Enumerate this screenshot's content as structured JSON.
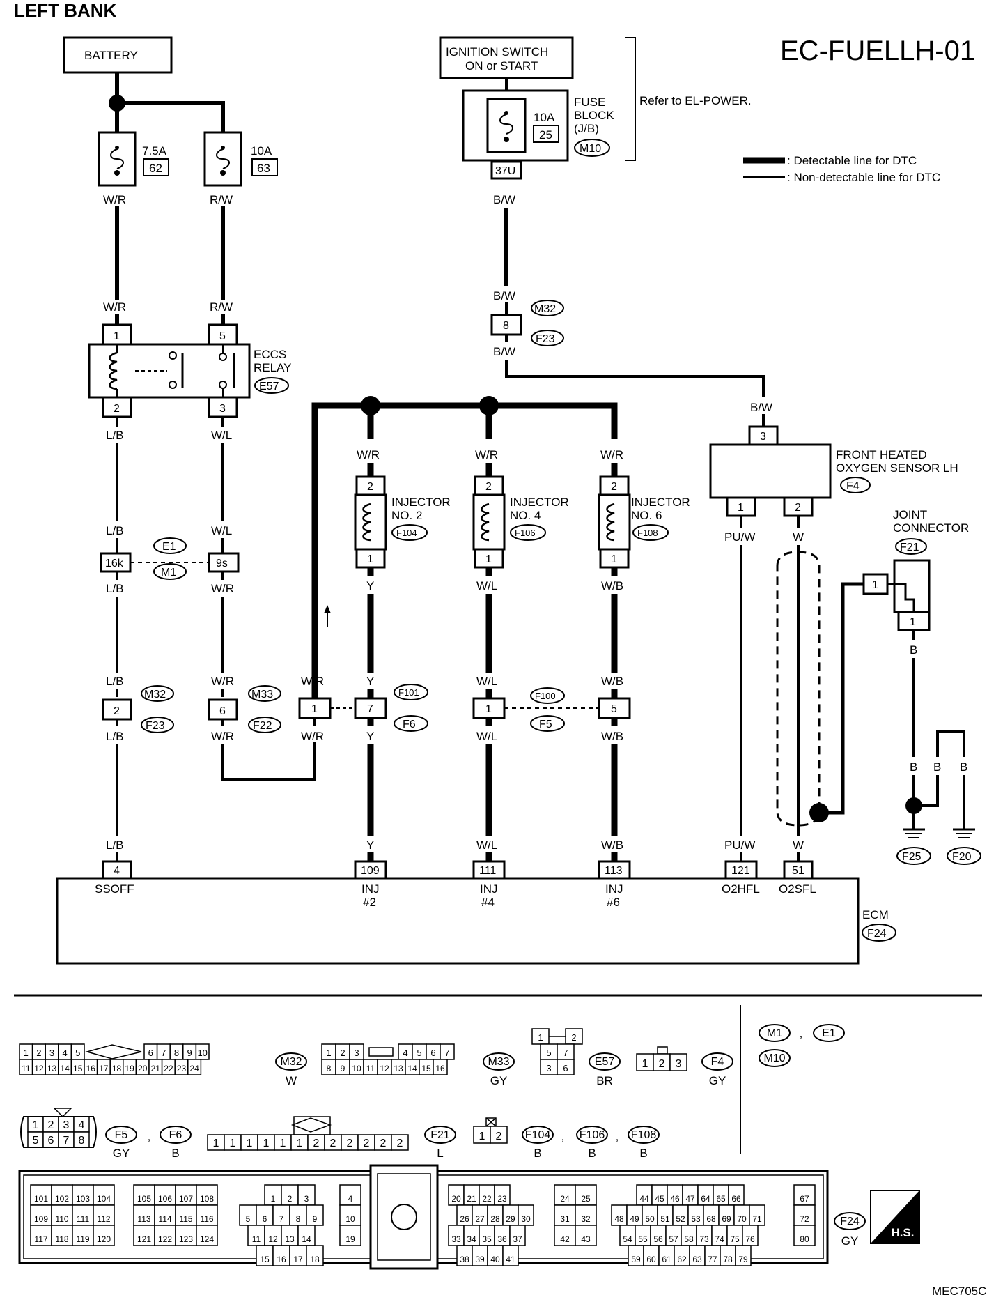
{
  "title": "LEFT BANK",
  "diagram_id": "EC-FUELLH-01",
  "footer_code": "MEC705C",
  "legend": {
    "detectable": ": Detectable line for DTC",
    "non_detectable": ": Non-detectable line for DTC"
  },
  "battery": {
    "label": "BATTERY"
  },
  "ignition": {
    "line1": "IGNITION SWITCH",
    "line2": "ON or START"
  },
  "fuse_block": {
    "amp": "10A",
    "num": "25",
    "l1": "FUSE",
    "l2": "BLOCK",
    "l3": "(J/B)",
    "conn": "M10",
    "pin": "37U",
    "refer": "Refer to EL-POWER."
  },
  "fuse62": {
    "amp": "7.5A",
    "num": "62"
  },
  "fuse63": {
    "amp": "10A",
    "num": "63"
  },
  "relay": {
    "l1": "ECCS",
    "l2": "RELAY",
    "conn": "E57",
    "p1": "1",
    "p2": "2",
    "p3": "3",
    "p5": "5"
  },
  "colors": {
    "wr": "W/R",
    "rw": "R/W",
    "bw": "B/W",
    "lb": "L/B",
    "wl": "W/L",
    "y": "Y",
    "wb": "W/B",
    "puw": "PU/W",
    "w": "W",
    "b": "B"
  },
  "connectors": {
    "m32": "M32",
    "f23": "F23",
    "e1": "E1",
    "m1": "M1",
    "m33": "M33",
    "f22": "F22",
    "f101": "F101",
    "f6": "F6",
    "f100": "F100",
    "f5": "F5",
    "p8": "8",
    "p16k": "16k",
    "p9s": "9s",
    "p2": "2",
    "p6": "6",
    "p1": "1",
    "p7": "7",
    "p5": "5"
  },
  "injectors": [
    {
      "l1": "INJECTOR",
      "l2": "NO. 2",
      "conn": "F104",
      "top": "2",
      "bot": "1"
    },
    {
      "l1": "INJECTOR",
      "l2": "NO. 4",
      "conn": "F106",
      "top": "2",
      "bot": "1"
    },
    {
      "l1": "INJECTOR",
      "l2": "NO. 6",
      "conn": "F108",
      "top": "2",
      "bot": "1"
    }
  ],
  "o2_sensor": {
    "l1": "FRONT HEATED",
    "l2": "OXYGEN SENSOR LH",
    "conn": "F4",
    "p1": "1",
    "p2": "2",
    "p3": "3"
  },
  "joint": {
    "l1": "JOINT",
    "l2": "CONNECTOR",
    "conn": "F21",
    "p": "1"
  },
  "grounds": [
    "F25",
    "F20"
  ],
  "ecm": {
    "label": "ECM",
    "conn": "F24",
    "pins": [
      {
        "n": "4",
        "name": "SSOFF",
        "sub": ""
      },
      {
        "n": "109",
        "name": "INJ",
        "sub": "#2"
      },
      {
        "n": "111",
        "name": "INJ",
        "sub": "#4"
      },
      {
        "n": "113",
        "name": "INJ",
        "sub": "#6"
      },
      {
        "n": "121",
        "name": "O2HFL",
        "sub": ""
      },
      {
        "n": "51",
        "name": "O2SFL",
        "sub": ""
      }
    ]
  },
  "bottom": {
    "m32": {
      "row1a": [
        "1",
        "2",
        "3",
        "4",
        "5"
      ],
      "row1b": [
        "6",
        "7",
        "8",
        "9",
        "10"
      ],
      "row2": [
        "11",
        "12",
        "13",
        "14",
        "15",
        "16",
        "17",
        "18",
        "19",
        "20",
        "21",
        "22",
        "23",
        "24"
      ],
      "conn": "M32",
      "color": "W"
    },
    "m33": {
      "row1a": [
        "1",
        "2",
        "3"
      ],
      "row1b": [
        "4",
        "5",
        "6",
        "7"
      ],
      "row2": [
        "8",
        "9",
        "10",
        "11",
        "12",
        "13",
        "14",
        "15",
        "16"
      ],
      "conn": "M33",
      "color": "GY"
    },
    "e57": {
      "r1": [
        "1",
        "2"
      ],
      "r2": [
        "5",
        "7"
      ],
      "r3": [
        "3",
        "6"
      ],
      "conn": "E57",
      "color": "BR"
    },
    "f4": {
      "pins": [
        "1",
        "2",
        "3"
      ],
      "conn": "F4",
      "color": "GY"
    },
    "m1e1": {
      "a": "M1",
      "sep": ",",
      "b": "E1",
      "c": "M10"
    },
    "f5f6": {
      "r1": [
        "1",
        "2",
        "3",
        "4"
      ],
      "r2": [
        "5",
        "6",
        "7",
        "8"
      ],
      "a": "F5",
      "ac": "GY",
      "sep": ",",
      "b": "F6",
      "bc": "B"
    },
    "f21": {
      "pins": [
        "1",
        "1",
        "1",
        "1",
        "1",
        "1",
        "2",
        "2",
        "2",
        "2",
        "2",
        "2"
      ],
      "conn": "F21",
      "color": "L"
    },
    "f104": {
      "pins": [
        "1",
        "2"
      ],
      "a": "F104",
      "ac": "B",
      "b": "F106",
      "bc": "B",
      "c": "F108",
      "cc": "B",
      "sep": ","
    },
    "f24": {
      "g1": [
        [
          "101",
          "102",
          "103",
          "104"
        ],
        [
          "109",
          "110",
          "111",
          "112"
        ],
        [
          "117",
          "118",
          "119",
          "120"
        ]
      ],
      "g2": [
        [
          "105",
          "106",
          "107",
          "108"
        ],
        [
          "113",
          "114",
          "115",
          "116"
        ],
        [
          "121",
          "122",
          "123",
          "124"
        ]
      ],
      "g3": [
        [
          "1",
          "2",
          "3"
        ],
        [
          "5",
          "6",
          "7",
          "8",
          "9"
        ],
        [
          "11",
          "12",
          "13",
          "14"
        ],
        [
          "15",
          "16",
          "17",
          "18"
        ]
      ],
      "g4": [
        "4",
        "10",
        "19"
      ],
      "g5": [
        [
          "20",
          "21",
          "22",
          "23"
        ],
        [
          "26",
          "27",
          "28",
          "29",
          "30"
        ],
        [
          "33",
          "34",
          "35",
          "36",
          "37"
        ],
        [
          "38",
          "39",
          "40",
          "41"
        ]
      ],
      "g6": [
        [
          "24",
          "25"
        ],
        [
          "31",
          "32"
        ],
        [
          "42",
          "43"
        ]
      ],
      "g7": [
        [
          "44",
          "45",
          "46",
          "47",
          "64",
          "65",
          "66"
        ],
        [
          "48",
          "49",
          "50",
          "51",
          "52",
          "53",
          "68",
          "69",
          "70",
          "71"
        ],
        [
          "54",
          "55",
          "56",
          "57",
          "58",
          "73",
          "74",
          "75",
          "76"
        ],
        [
          "59",
          "60",
          "61",
          "62",
          "63",
          "77",
          "78",
          "79"
        ]
      ],
      "g8": [
        "67",
        "72",
        "80"
      ],
      "conn": "F24",
      "color": "GY",
      "hs": "H.S."
    }
  }
}
